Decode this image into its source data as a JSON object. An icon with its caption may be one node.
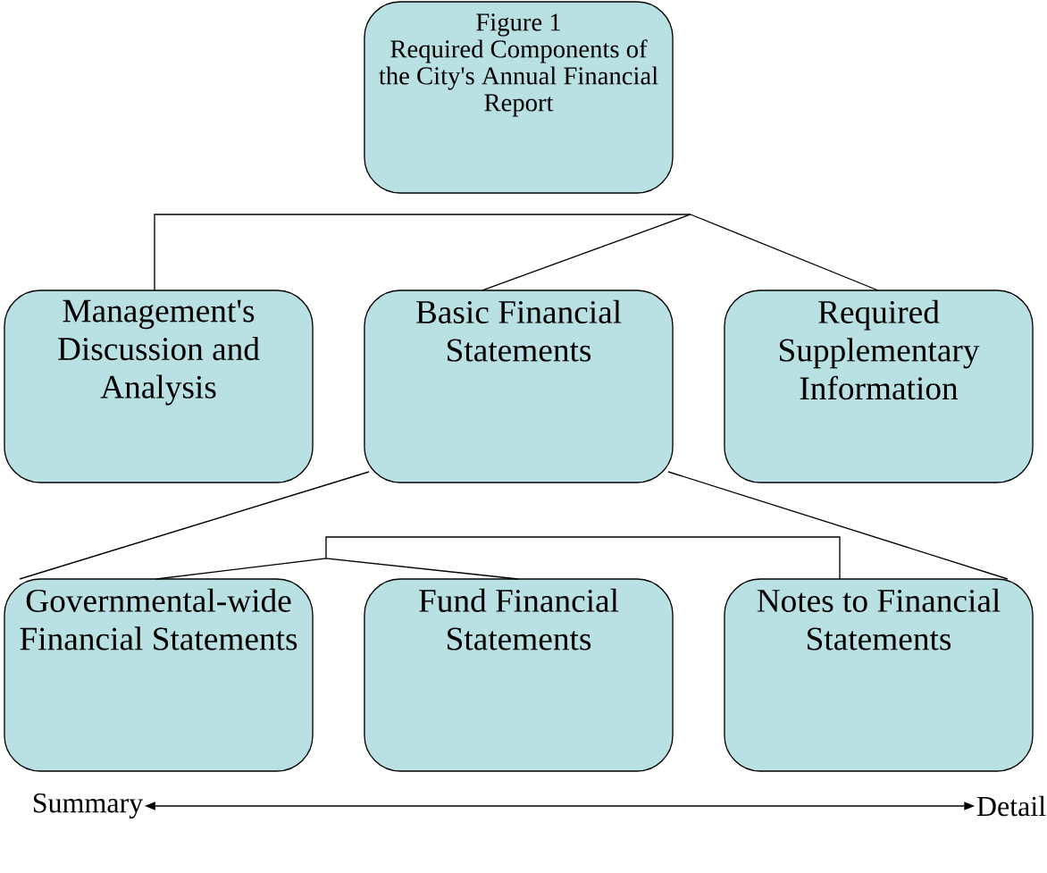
{
  "diagram": {
    "nodes": [
      {
        "text": [
          "Figure 1",
          "Required Components of the City's Annual Financial Report"
        ]
      },
      {
        "text": [
          "Management's Discussion and Analysis"
        ]
      },
      {
        "text": [
          "Basic Financial Statements"
        ]
      },
      {
        "text": [
          "Required Supplementary Information"
        ]
      },
      {
        "text": [
          "Governmental-wide Financial Statements"
        ]
      },
      {
        "text": [
          "Fund Financial Statements"
        ]
      },
      {
        "text": [
          "Notes to Financial Statements"
        ]
      },
      {
        "text": [
          "Summary"
        ]
      },
      {
        "text": [
          "Detail"
        ]
      }
    ],
    "edges": [
      {
        "from": 0,
        "to": 1,
        "arrow": "none"
      },
      {
        "from": 0,
        "to": 2,
        "arrow": "none"
      },
      {
        "from": 0,
        "to": 3,
        "arrow": "none"
      },
      {
        "from": 2,
        "to": 4,
        "arrow": "none"
      },
      {
        "from": 2,
        "to": 6,
        "arrow": "none"
      },
      {
        "from": 6,
        "to": 4,
        "arrow": "none"
      },
      {
        "from": 6,
        "to": 5,
        "arrow": "none"
      },
      {
        "from": 7,
        "to": 8,
        "arrow": "both"
      }
    ]
  }
}
